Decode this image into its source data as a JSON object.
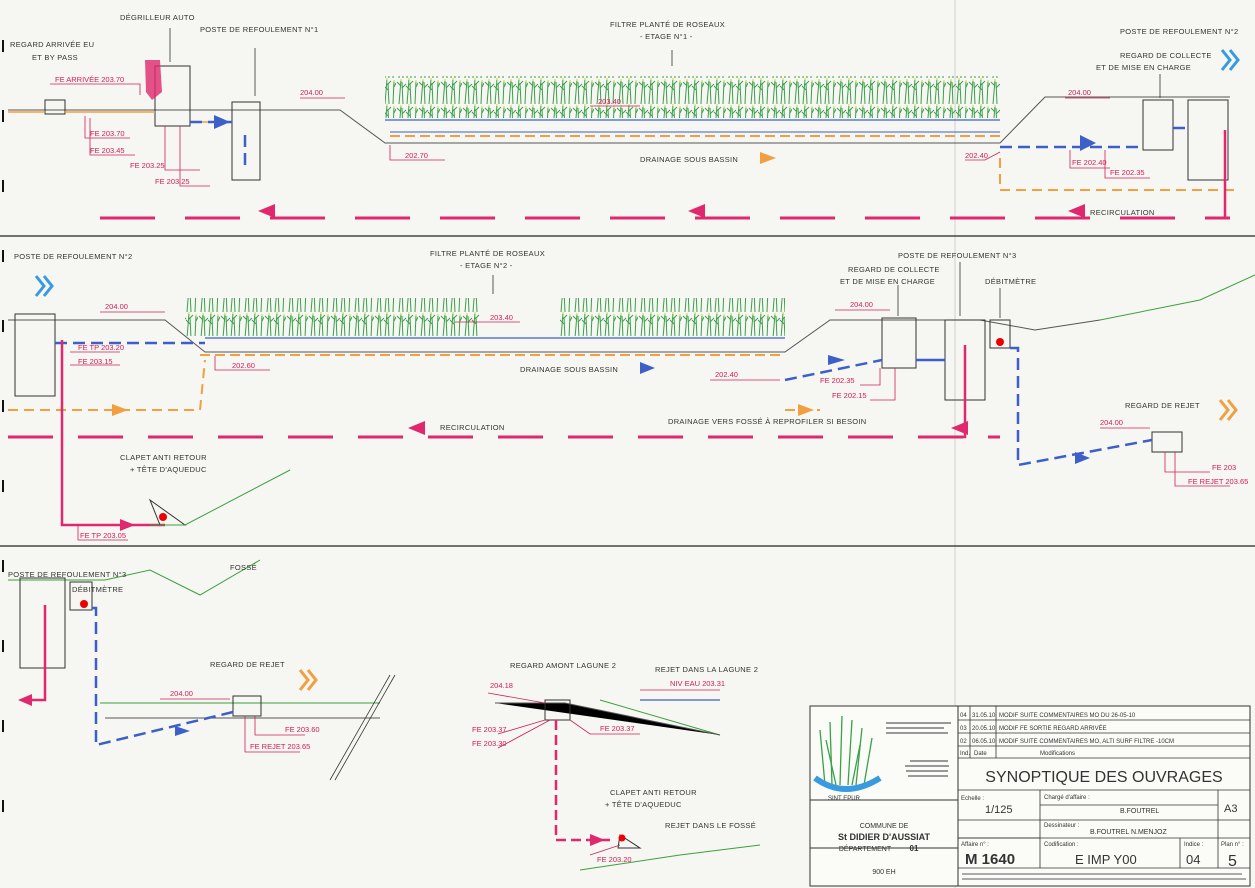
{
  "colors": {
    "water": "#3c5fc8",
    "recirc": "#e0286e",
    "drain": "#f0a040",
    "ground": "#3ca03c",
    "level": "#d0205a",
    "reed": "#3aa04a",
    "structure": "#333333"
  },
  "panel1": {
    "degrilleur": "DÉGRILLEUR AUTO",
    "regard_arrivee": "REGARD ARRIVÉE EU",
    "regard_arrivee_2": "ET BY PASS",
    "poste1": "POSTE DE REFOULEMENT N°1",
    "filtre": "FILTRE PLANTÉ DE ROSEAUX",
    "etage": "- ETAGE N°1 -",
    "poste2": "POSTE DE REFOULEMENT N°2",
    "regard_collecte": "REGARD DE COLLECTE",
    "regard_collecte_2": "ET DE MISE EN CHARGE",
    "fe_arrivee": "FE ARRIVÉE 203.70",
    "fe_20370": "FE 203.70",
    "fe_20345": "FE 203.45",
    "fe_20325a": "FE 203.25",
    "fe_20325b": "FE 203.25",
    "l20400": "204.00",
    "l20340": "203.40",
    "l20270": "202.70",
    "l20240": "202.40",
    "l20400b": "204.00",
    "fe_20240": "FE 202.40",
    "fe_20235": "FE 202.35",
    "drainage": "DRAINAGE SOUS BASSIN",
    "recirculation": "RECIRCULATION"
  },
  "panel2": {
    "poste2": "POSTE DE REFOULEMENT N°2",
    "filtre": "FILTRE PLANTÉ DE ROSEAUX",
    "etage": "- ETAGE N°2 -",
    "poste3": "POSTE DE REFOULEMENT N°3",
    "regard_collecte": "REGARD DE COLLECTE",
    "regard_collecte_2": "ET DE MISE EN CHARGE",
    "debitmetre": "DÉBITMÈTRE",
    "regard_rejet": "REGARD DE REJET",
    "l20400": "204.00",
    "fe_tp_20320": "FE TP 203.20",
    "fe_20315": "FE 203.15",
    "l20260": "202.60",
    "l20340": "203.40",
    "l20400b": "204.00",
    "l20240": "202.40",
    "fe_20235": "FE 202.35",
    "fe_20215": "FE 202.15",
    "l20400c": "204.00",
    "fe_203_cut": "FE 203",
    "fe_rejet_cut": "FE REJET 203.65",
    "drainage": "DRAINAGE SOUS BASSIN",
    "drainage_fosse": "DRAINAGE VERS FOSSÉ À REPROFILER SI BESOIN",
    "recirculation": "RECIRCULATION",
    "clapet": "CLAPET ANTI RETOUR",
    "clapet_2": "+ TÊTE D'AQUEDUC",
    "fe_tp_20305": "FE TP 203.05"
  },
  "panel3": {
    "poste3": "POSTE DE REFOULEMENT N°3",
    "debitmetre": "DÉBITMÈTRE",
    "fosse": "FOSSÉ",
    "regard_rejet": "REGARD DE REJET",
    "l20400": "204.00",
    "fe_20360": "FE 203.60",
    "fe_rejet": "FE REJET 203.65",
    "regard_amont": "REGARD AMONT LAGUNE 2",
    "l20418": "204.18",
    "fe_20337a": "FE 203.37",
    "fe_20330": "FE 203.30",
    "fe_20337b": "FE 203.37",
    "rejet_lagune": "REJET DANS LA LAGUNE 2",
    "niv_eau": "NIV EAU 203.31",
    "clapet": "CLAPET ANTI RETOUR",
    "clapet_2": "+ TÊTE D'AQUEDUC",
    "rejet_fosse": "REJET DANS LE FOSSÉ",
    "fe_20320": "FE 203.20"
  },
  "title_block": {
    "revisions": [
      {
        "ind": "04",
        "date": "31.05.10",
        "text": "MODIF SUITE COMMENTAIRES MO DU 26-05-10"
      },
      {
        "ind": "03",
        "date": "20.05.10",
        "text": "MODIF FE SORTIE REGARD ARRIVÉE"
      },
      {
        "ind": "02",
        "date": "06.05.10",
        "text": "MODIF SUITE COMMENTAIRES MO,  ALTI SURF FILTRE -10CM"
      }
    ],
    "hdr_ind": "Ind.",
    "hdr_date": "Date",
    "hdr_mod": "Modifications",
    "title": "SYNOPTIQUE DES OUVRAGES",
    "echelle_label": "Echelle :",
    "echelle": "1/125",
    "charge_label": "Chargé d'affaire :",
    "charge": "B.FOUTREL",
    "format": "A3",
    "dessinateur_label": "Dessinateur :",
    "dessinateur": "B.FOUTREL   N.MENJOZ",
    "commune_label": "COMMUNE DE",
    "commune": "St DIDIER D'AUSSIAT",
    "departement_label": "DÉPARTEMENT",
    "departement": "01",
    "affaire_label": "Affaire n° :",
    "affaire": "M 1640",
    "codification_label": "Codification :",
    "codification": "E IMP Y00",
    "indice_label": "Indice :",
    "indice": "04",
    "plan_label": "Plan n° :",
    "plan": "5",
    "eh": "900 EH",
    "logo": "SINT EPUR"
  }
}
